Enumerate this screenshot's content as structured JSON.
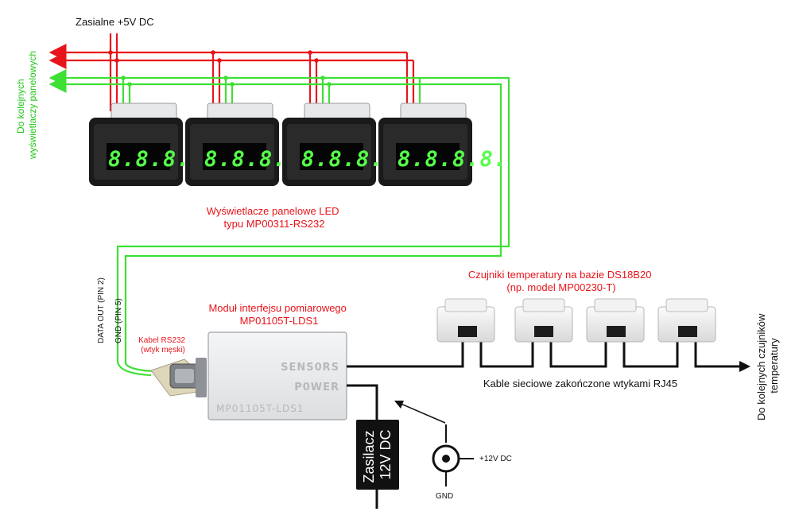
{
  "labels": {
    "supply": "Zasialne +5V DC",
    "next_displays_line1": "Do kolejnych",
    "next_displays_line2": "wyświetlaczy panelowych",
    "displays_line1": "Wyświetlacze panelowe LED",
    "displays_line2": "typu MP00311-RS232",
    "sensors_line1": "Czujniki temperatury na bazie DS18B20",
    "sensors_line2": "(np. model MP00230-T)",
    "module_line1": "Moduł interfejsu pomiarowego",
    "module_line2": "MP01105T-LDS1",
    "data_out": "DATA OUT (PIN 2)",
    "gnd_pin": "GND (PIN 5)",
    "cable_line1": "Kabel RS232",
    "cable_line2": "(wtyk męski)",
    "network_cables": "Kable sieciowe zakończone wtykami RJ45",
    "next_sensors_line1": "Do kolejnych czujników",
    "next_sensors_line2": "temperatury",
    "plus12": "+12V DC",
    "gnd": "GND"
  },
  "module": {
    "sensors_port": "SENS0RS",
    "power_port": "P0WER",
    "model": "MP01105T-LDS1"
  },
  "psu": {
    "line1": "Zasilacz",
    "line2": "12V DC"
  },
  "displays": [
    {
      "reading": "8.8.8.8."
    },
    {
      "reading": "8.8.8.8."
    },
    {
      "reading": "8.8.8.8."
    },
    {
      "reading": "8.8.8.8."
    }
  ],
  "colors": {
    "power_wire": "#e8141b",
    "data_wire": "#3ee034",
    "cable": "#111111",
    "digits": "#55ff4a"
  }
}
